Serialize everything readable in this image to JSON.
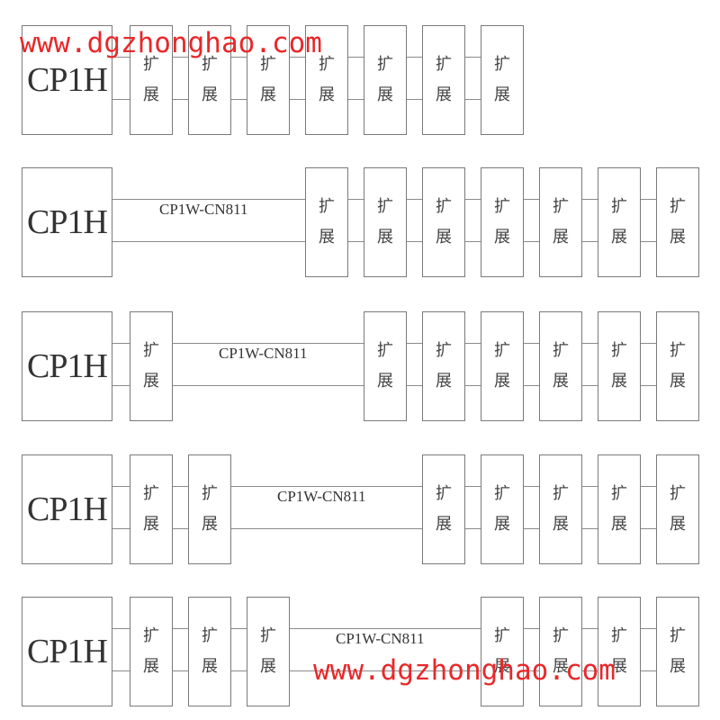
{
  "cpu_label": "CP1H",
  "expansion_label_top": "扩",
  "expansion_label_bottom": "展",
  "cable_label": "CP1W-CN811",
  "watermark_text": "www.dgzhonghao.com",
  "colors": {
    "block_border": "#7a7a7a",
    "wire": "#8a8a8a",
    "text": "#333333",
    "watermark": "#e8282a"
  },
  "rows": [
    {
      "expansions_before_cable": 7,
      "expansions_after_cable": 0,
      "has_cable": false
    },
    {
      "expansions_before_cable": 0,
      "expansions_after_cable": 7,
      "has_cable": true
    },
    {
      "expansions_before_cable": 1,
      "expansions_after_cable": 6,
      "has_cable": true
    },
    {
      "expansions_before_cable": 2,
      "expansions_after_cable": 5,
      "has_cable": true
    },
    {
      "expansions_before_cable": 3,
      "expansions_after_cable": 4,
      "has_cable": true
    }
  ]
}
